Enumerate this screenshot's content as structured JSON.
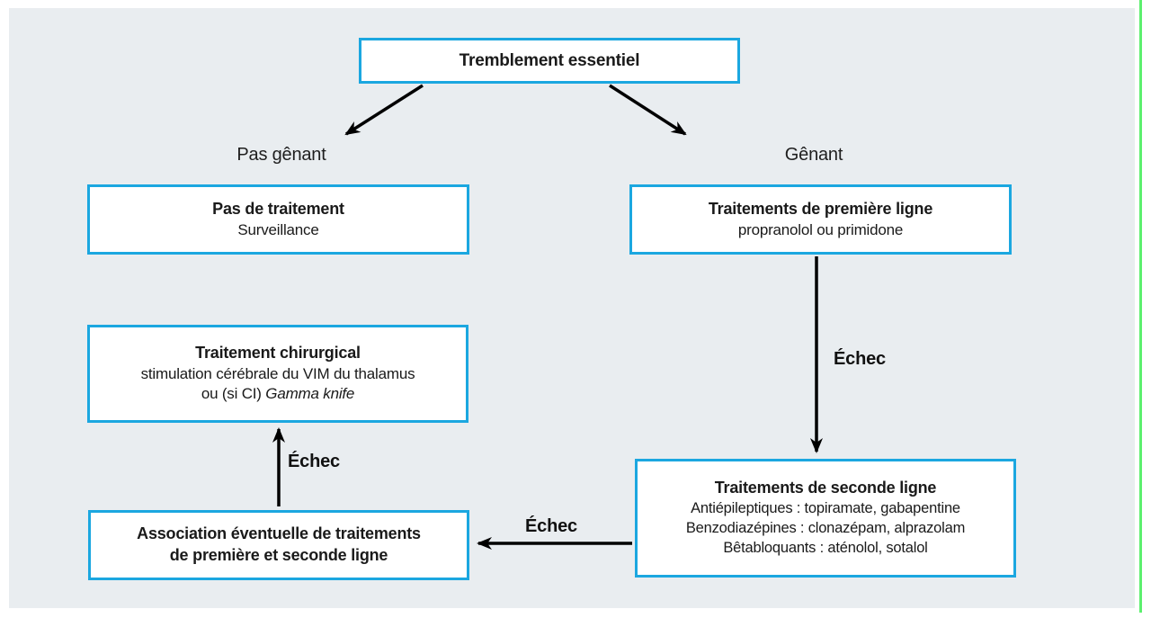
{
  "colors": {
    "panel_background": "#e9edf0",
    "box_border": "#1ba7e0",
    "box_background": "#ffffff",
    "arrow": "#000000",
    "accent_line_green": "#5cf06e",
    "text": "#1a1a1a"
  },
  "diagram": {
    "root": {
      "title": "Tremblement essentiel"
    },
    "branch_labels": {
      "left": "Pas gênant",
      "right": "Gênant"
    },
    "boxes": {
      "no_treatment": {
        "title": "Pas de traitement",
        "subtitle": "Surveillance"
      },
      "first_line": {
        "title": "Traitements de première ligne",
        "subtitle": "propranolol ou primidone"
      },
      "surgical": {
        "title": "Traitement chirurgical",
        "line1": "stimulation cérébrale du VIM du thalamus",
        "line2_prefix": "ou (si CI) ",
        "line2_italic": "Gamma knife"
      },
      "second_line": {
        "title": "Traitements de seconde ligne",
        "lines": [
          "Antiépileptiques : topiramate, gabapentine",
          "Benzodiazépines : clonazépam, alprazolam",
          "Bêtabloquants : aténolol, sotalol"
        ]
      },
      "association": {
        "line1": "Association éventuelle de traitements",
        "line2": "de première et seconde ligne"
      }
    },
    "edge_labels": {
      "fail_right_vertical": "Échec",
      "fail_left_vertical": "Échec",
      "fail_horizontal": "Échec"
    }
  }
}
